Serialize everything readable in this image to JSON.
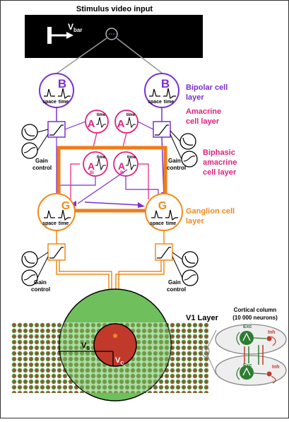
{
  "title": "Stimulus video input",
  "stimulus": {
    "velocity_label": "V",
    "velocity_sub": "bar"
  },
  "layers": {
    "bipolar": [
      "Bipolar cell",
      "layer"
    ],
    "amacrine": [
      "Amacrine",
      "cell layer"
    ],
    "biphasic": [
      "Biphasic",
      "amacrine",
      "cell layer"
    ],
    "ganglion": [
      "Ganglion cell",
      "layer"
    ],
    "v1": "V1 Layer"
  },
  "cells": {
    "bipolar_letter": "B",
    "amacrine_letter": "A",
    "biphasic_sub": "Bi",
    "ganglion_letter": "G",
    "space": "space",
    "time": "time"
  },
  "gain_control": [
    "Gain",
    "control"
  ],
  "cortical": {
    "title": "Cortical column",
    "subtitle": "(10 000 neurons)",
    "exc": "Exc",
    "inh": "Inh"
  },
  "v1_labels": {
    "vs": "V",
    "vs_sub": "S",
    "vc": "V",
    "vc_sub": "C"
  },
  "colors": {
    "bipolar": "#7b2fd1",
    "amacrine": "#e5207f",
    "ganglion": "#f08a1c",
    "v1_outer": "#6fbf5c",
    "v1_inner": "#c0392b",
    "column": "#2e7d32"
  }
}
